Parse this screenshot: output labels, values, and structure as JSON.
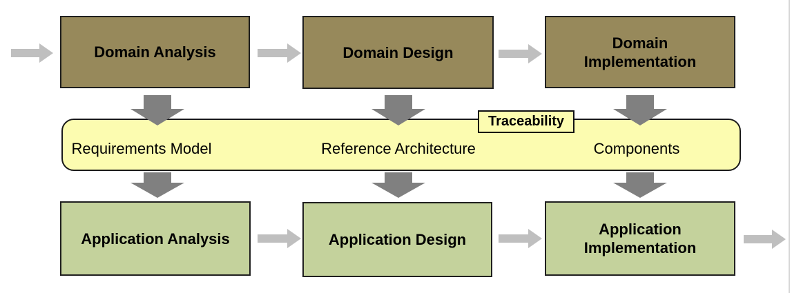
{
  "diagram": {
    "domain_row": [
      {
        "label": "Domain Analysis"
      },
      {
        "label": "Domain Design"
      },
      {
        "label": "Domain\nImplementation"
      }
    ],
    "artifact_band": {
      "tag": "Traceability",
      "items": [
        {
          "label": "Requirements Model"
        },
        {
          "label": "Reference Architecture"
        },
        {
          "label": "Components"
        }
      ]
    },
    "application_row": [
      {
        "label": "Application Analysis"
      },
      {
        "label": "Application Design"
      },
      {
        "label": "Application\nImplementation"
      }
    ],
    "icons": {
      "arrow_right": "flow-arrow-right",
      "arrow_down": "flow-arrow-down"
    },
    "colors": {
      "domain_box_fill": "#97895B",
      "application_box_fill": "#C4D29C",
      "band_fill": "#FCFCB0",
      "box_border": "#1f1f1f",
      "arrow_horizontal": "#BFBFBF",
      "arrow_vertical": "#808080",
      "text": "#000000",
      "page_edge": "#d8d8d8"
    }
  }
}
